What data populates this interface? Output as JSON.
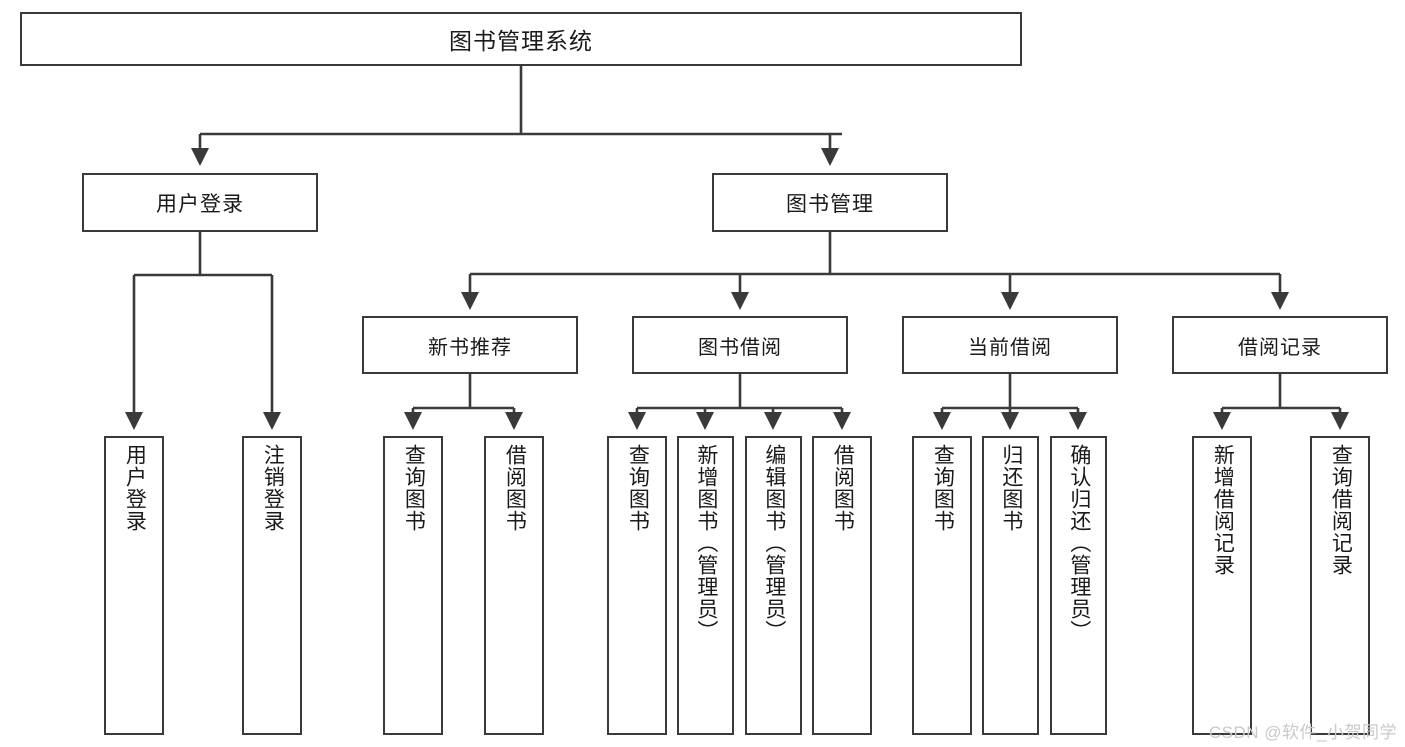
{
  "diagram": {
    "title": "图书管理系统",
    "watermark": "CSDN @软件_小贺同学",
    "colors": {
      "background": "#ffffff",
      "border": "#3a3a3a",
      "connector": "#3a3a3a",
      "text": "#1a1a1a",
      "watermark": "#c9c9c9"
    },
    "root": {
      "label": "图书管理系统"
    },
    "level1": [
      {
        "label": "用户登录"
      },
      {
        "label": "图书管理"
      }
    ],
    "level2": [
      {
        "label": "新书推荐"
      },
      {
        "label": "图书借阅"
      },
      {
        "label": "当前借阅"
      },
      {
        "label": "借阅记录"
      }
    ],
    "leaves": [
      {
        "label": "用户登录",
        "parent": "用户登录"
      },
      {
        "label": "注销登录",
        "parent": "用户登录"
      },
      {
        "label": "查询图书",
        "parent": "新书推荐"
      },
      {
        "label": "借阅图书",
        "parent": "新书推荐"
      },
      {
        "label": "查询图书",
        "parent": "图书借阅"
      },
      {
        "label": "新增图书（管理员）",
        "parent": "图书借阅"
      },
      {
        "label": "编辑图书（管理员）",
        "parent": "图书借阅"
      },
      {
        "label": "借阅图书",
        "parent": "图书借阅"
      },
      {
        "label": "查询图书",
        "parent": "当前借阅"
      },
      {
        "label": "归还图书",
        "parent": "当前借阅"
      },
      {
        "label": "确认归还（管理员）",
        "parent": "当前借阅"
      },
      {
        "label": "新增借阅记录",
        "parent": "借阅记录"
      },
      {
        "label": "查询借阅记录",
        "parent": "借阅记录"
      }
    ]
  }
}
